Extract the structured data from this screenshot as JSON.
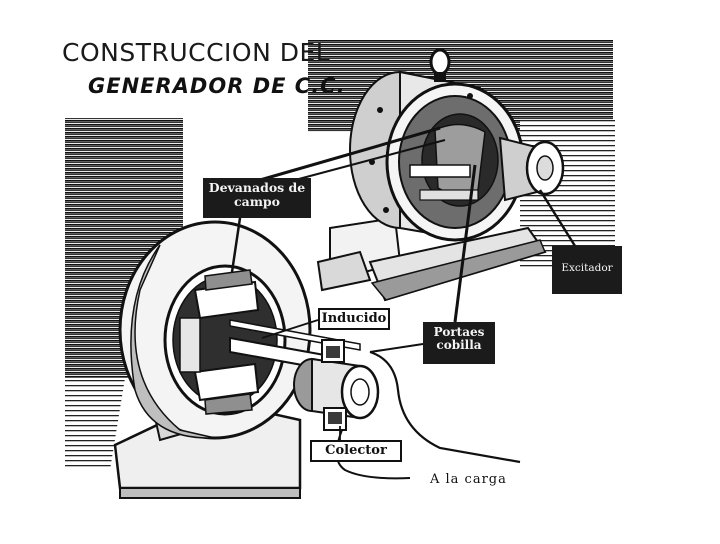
{
  "title": {
    "line1": "CONSTRUCCION  DEL",
    "line2": "GENERADOR DE C.C."
  },
  "labels": {
    "devanados_line1": "Devanados de",
    "devanados_line2": "campo",
    "excitador": "Excitador",
    "inducido": "Inducido",
    "portaescobilla_line1": "Portaes",
    "portaescobilla_line2": "cobilla",
    "colector": "Colector",
    "a_la_carga": "A  la  carga"
  },
  "colors": {
    "ink": "#111111",
    "shade": "#4a4a4a",
    "paper": "#ffffff"
  }
}
